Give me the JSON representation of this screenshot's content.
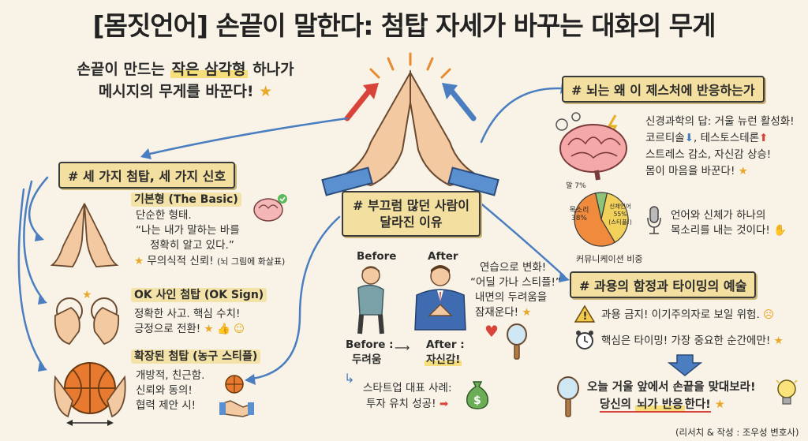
{
  "header": {
    "title": "[몸짓언어] 손끝이 말한다: 첨탑 자세가 바꾸는 대화의 무게",
    "subtitle_line1_pre": "손끝이 만드는 ",
    "subtitle_line1_hl": "작은 삼각형",
    "subtitle_line1_post": " 하나가",
    "subtitle_line2": "메시지의 무게를 바꾼다!"
  },
  "left_panel": {
    "banner": "# 세 가지 첨탑, 세 가지 신호",
    "basic": {
      "title": "기본형 (The Basic)",
      "line1": "단순한 형태.",
      "line2": "“나는 내가 말하는 바를",
      "line3": "정확히 알고 있다.”",
      "line4": "무의식적 신뢰!",
      "note": "(뇌 그림에 화살표)"
    },
    "ok": {
      "title": "OK 사인 첨탑 (OK Sign)",
      "line1": "정확한 사고. 핵심 수치!",
      "line2": "긍정으로 전환!"
    },
    "extended": {
      "title": "확장된 첨탑 (농구 스티플)",
      "line1": "개방적, 친근함.",
      "line2": "신뢰와 동의!",
      "line3": "협력 제안 시!"
    }
  },
  "center_panel": {
    "banner_line1": "# 부끄럼 많던 사람이",
    "banner_line2": "달라진 이유",
    "before_label": "Before",
    "after_label": "After",
    "before_caption1": "Before :",
    "before_caption2": "두려움",
    "after_caption1": "After :",
    "after_caption2": "자신감!",
    "practice1": "연습으로 변화!",
    "practice2": "“어딜 가나 스티플!”",
    "practice3": "내면의 두려움을",
    "practice4": "잠재운다!",
    "startup1": "스타트업 대표 사례:",
    "startup2": "투자 유치 성공!"
  },
  "right_top": {
    "banner": "# 뇌는 왜 이 제스처에 반응하는가",
    "line1": "신경과학의 답: 거울 뉴런 활성화!",
    "line2": "코르티솔",
    "line2b": ", 테스토스테론",
    "line3": "스트레스 감소, 자신감 상승!",
    "line4": "몸이 마음을 바꾼다!",
    "pie_caption": "커뮤니케이션 비중",
    "voice1": "언어와 신체가 하나의",
    "voice2": "목소리를 내는 것이다!"
  },
  "right_bottom": {
    "banner": "# 과용의 함정과 타이밍의 예술",
    "warn": "과용 금지! 이기주의자로 보일 위험.",
    "timing": "핵심은 타이밍! 가장 중요한 순간에만!",
    "final1": "오늘 거울 앞에서 손끝을 맞대보라!",
    "final2_pre": "당신의 ",
    "final2_hl": "뇌가 반응",
    "final2_post": "한다!"
  },
  "credit": "(리서치 & 작성 : 조우성 변호사)",
  "chart_data": {
    "type": "pie",
    "title": "커뮤니케이션 비중",
    "categories": [
      "말",
      "목소리",
      "신체언어 (스티플)"
    ],
    "labels": [
      "말 7%",
      "목소리 38%",
      "신체언어 55% (스티플!)"
    ],
    "values": [
      7,
      38,
      55
    ],
    "colors": [
      "#8cc47a",
      "#f2d15a",
      "#f08a3c"
    ]
  },
  "colors": {
    "background": "#f8f3e6",
    "banner": "#f3dfa0",
    "arrow": "#4a7ec0",
    "accent_red": "#d8443a",
    "skin": "#f2c9a0"
  }
}
